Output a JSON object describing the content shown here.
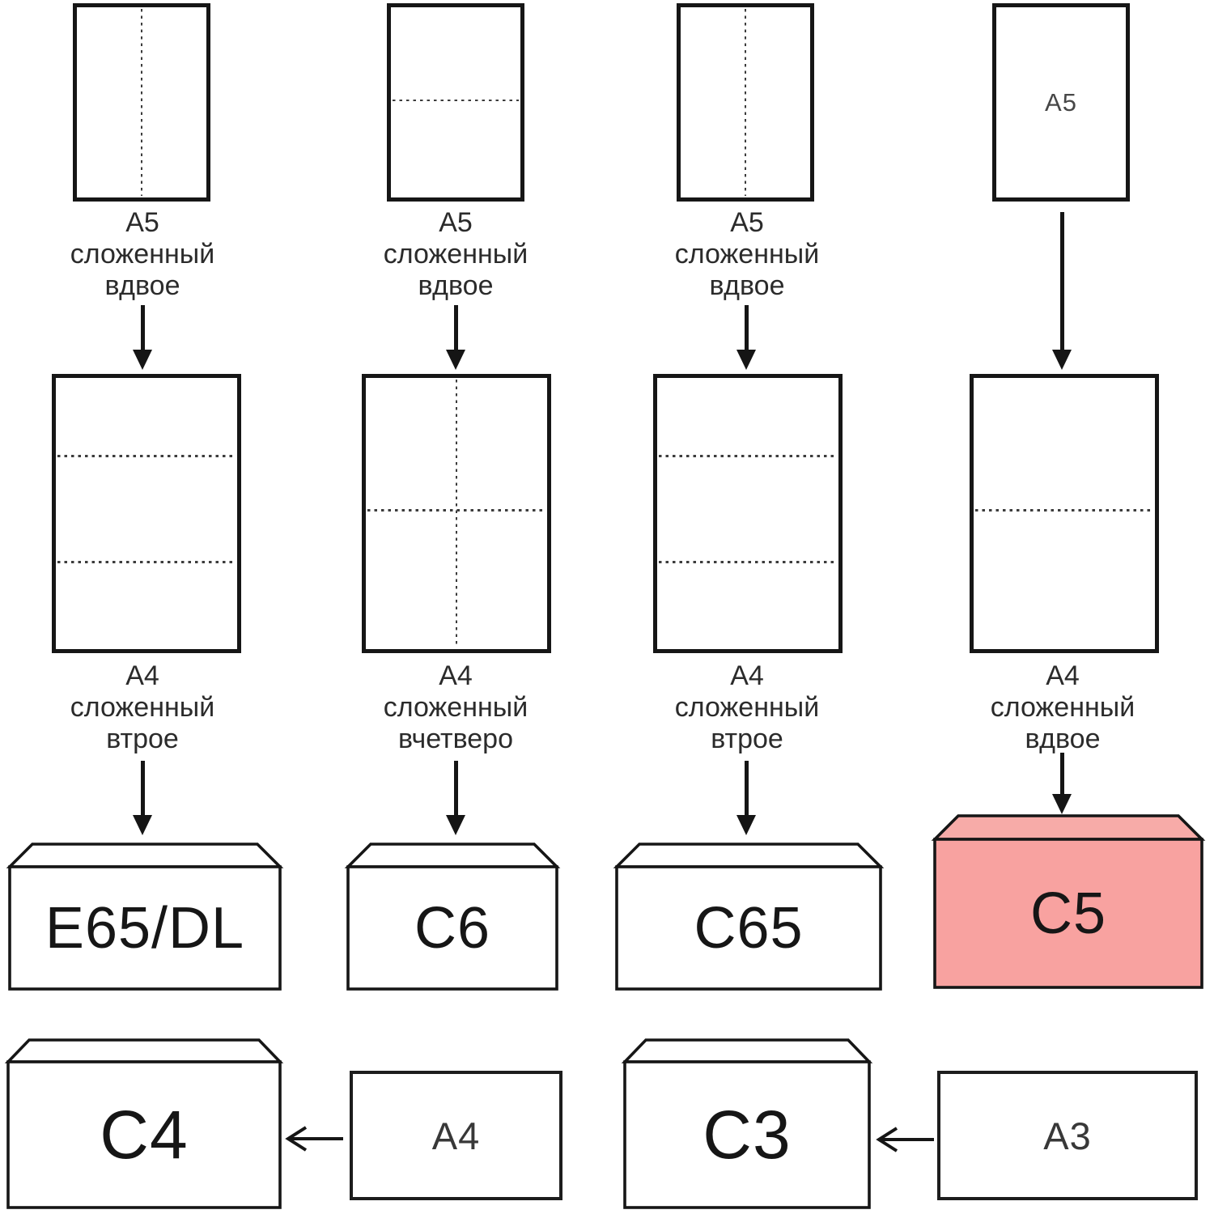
{
  "diagram": {
    "columns": [
      {
        "top_paper": {
          "size": "A5",
          "fold_lines": "vertical-half"
        },
        "top_caption": {
          "line1": "A5",
          "line2": "сложенный",
          "line3": "вдвое"
        },
        "mid_paper": {
          "size": "A4",
          "fold_lines": "horizontal-thirds"
        },
        "mid_caption": {
          "line1": "A4",
          "line2": "сложенный",
          "line3": "втрое"
        },
        "envelope": {
          "label": "E65/DL",
          "highlighted": false
        }
      },
      {
        "top_paper": {
          "size": "A5",
          "fold_lines": "horizontal-half"
        },
        "top_caption": {
          "line1": "A5",
          "line2": "сложенный",
          "line3": "вдвое"
        },
        "mid_paper": {
          "size": "A4",
          "fold_lines": "quarters-cross"
        },
        "mid_caption": {
          "line1": "A4",
          "line2": "сложенный",
          "line3": "вчетверо"
        },
        "envelope": {
          "label": "C6",
          "highlighted": false
        }
      },
      {
        "top_paper": {
          "size": "A5",
          "fold_lines": "vertical-half"
        },
        "top_caption": {
          "line1": "A5",
          "line2": "сложенный",
          "line3": "вдвое"
        },
        "mid_paper": {
          "size": "A4",
          "fold_lines": "horizontal-thirds"
        },
        "mid_caption": {
          "line1": "A4",
          "line2": "сложенный",
          "line3": "втрое"
        },
        "envelope": {
          "label": "C65",
          "highlighted": false
        }
      },
      {
        "top_paper": {
          "size": "A5",
          "fold_lines": "none",
          "label_inside": "A5"
        },
        "mid_paper": {
          "size": "A4",
          "fold_lines": "horizontal-half"
        },
        "mid_caption": {
          "line1": "A4",
          "line2": "сложенный",
          "line3": "вдвое"
        },
        "envelope": {
          "label": "C5",
          "highlighted": true
        }
      }
    ],
    "bottom_pairs": [
      {
        "envelope_label": "C4",
        "paper_label": "A4"
      },
      {
        "envelope_label": "C3",
        "paper_label": "A3"
      }
    ],
    "colors": {
      "highlight_body": "#f8a2a0",
      "highlight_flap": "#f7aba8",
      "ink": "#161616"
    }
  }
}
